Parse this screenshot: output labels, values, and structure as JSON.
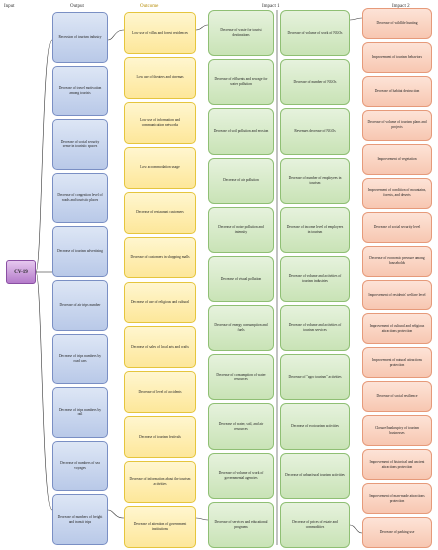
{
  "headers": {
    "input": "Input",
    "output": "Output",
    "outcome": "Outcome",
    "impact1": "Impact 1",
    "impact2": "Impact 2"
  },
  "input": {
    "label": "CV-19"
  },
  "output": [
    "Recession of tourism industry",
    "Decrease of travel motivation among tourists",
    "Decrease of social security sense in touristic spaces",
    "Decrease of congestion level of roads and touristic places",
    "Decrease of tourism advertising",
    "Decrease of air trips number",
    "Decrease of trips numbers by road cars",
    "Decrease of trips numbers by rail",
    "Decrease of numbers of sea voyages",
    "Decrease of numbers of freight and transit trips"
  ],
  "outcome": [
    "Low use of villas and forest residences",
    "Low use of theaters and cinemas",
    "Low use of information and communication networks",
    "Low accommodation usage",
    "Decrease of restaurant customers",
    "Decrease of customers in shopping malls",
    "Decrease of use of religious and cultural",
    "Decrease of sales of local arts and crafts",
    "Decrease of level of accidents",
    "Decrease of tourism festivals",
    "Decrease of information about the tourism activities",
    "Decrease of attention of government institutions"
  ],
  "impact1_left": [
    "Decrease of waste for tourist destinations",
    "Decrease of effluents and sewage for water pollution",
    "Decrease of soil pollution and erosion",
    "Decrease of air pollution",
    "Decrease of noise pollution and intensity",
    "Decrease of visual pollution",
    "Decrease of energy consumption and fuels",
    "Decrease of consumption of water resources",
    "Decrease of water, soil, and air resources",
    "Decrease of volume of work of governmental agencies",
    "Decrease of services and educational programs"
  ],
  "impact1_right": [
    "Decrease of volume of work of NGOs",
    "Decrease of number of NGOs",
    "Revenues decrease of NGOs",
    "Decrease of number of employees in tourism",
    "Decrease of income level of employees in tourism",
    "Decrease of volume and activities of tourism industries",
    "Decrease of volume and activities of tourism services",
    "Decrease of \"agro tourism\" activities",
    "Decrease of ecotourism activities",
    "Decrease of urban/rural tourism activities",
    "Decrease of prices of estate and commodities"
  ],
  "impact2": [
    "Decrease of wildlife hunting",
    "Improvement of tourism behaviors",
    "Decrease of habitat destruction",
    "Decrease of volume of tourism plans and projects",
    "Improvement of vegetation",
    "Improvement of condition of mountains, forests, and deserts",
    "Decrease of social security level",
    "Decrease of economic pressure among households",
    "Improvement of residents' welfare level",
    "Improvement of cultural and religious attractions protection",
    "Improvement of natural attractions protection",
    "Decrease of social resilience",
    "Closure/bankruptcy of tourism businesses",
    "Improvement of historical and ancient attractions protection",
    "Improvement of man-made attractions protection",
    "Decrease of parking use"
  ]
}
